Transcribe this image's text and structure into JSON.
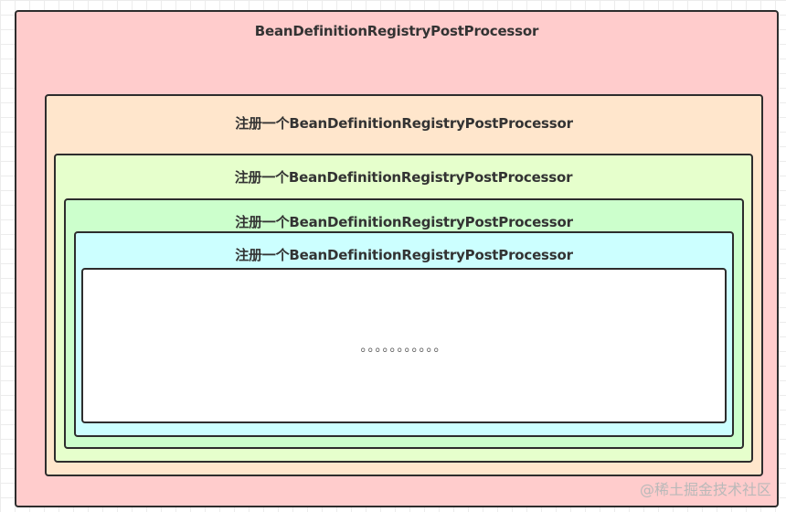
{
  "colors": {
    "outer_box": "#ffcccc",
    "level1_box": "#ffe6cc",
    "level2_box": "#e6ffcc",
    "level3_box": "#ccffcc",
    "level4_box": "#ccffff",
    "inner_box": "#ffffff",
    "border": "#2d2d2d"
  },
  "outer": {
    "label": "BeanDefinitionRegistryPostProcessor"
  },
  "level1": {
    "label": "注册一个BeanDefinitionRegistryPostProcessor"
  },
  "level2": {
    "label": "注册一个BeanDefinitionRegistryPostProcessor"
  },
  "level3": {
    "label": "注册一个BeanDefinitionRegistryPostProcessor"
  },
  "level4": {
    "label": "注册一个BeanDefinitionRegistryPostProcessor"
  },
  "inner": {
    "text": "。。。。。。。。。。。"
  },
  "watermark": {
    "text": "@稀土掘金技术社区"
  }
}
